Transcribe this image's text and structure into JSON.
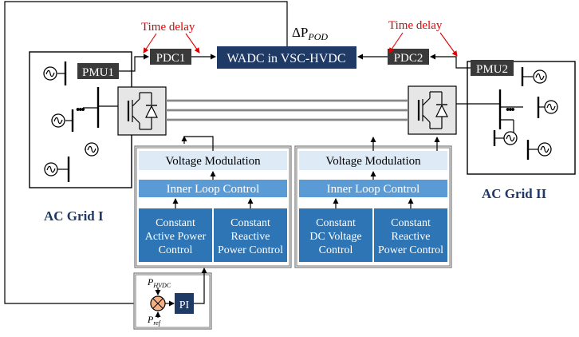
{
  "labels": {
    "pmu1": "PMU1",
    "pmu2": "PMU2",
    "pdc1": "PDC1",
    "pdc2": "PDC2",
    "wadc": "WADC in VSC-HVDC",
    "time_delay_left": "Time delay",
    "time_delay_right": "Time delay",
    "delta_p": "ΔP",
    "delta_p_sub": "POD",
    "ac_grid_1": "AC Grid I",
    "ac_grid_2": "AC Grid II",
    "left_station": {
      "voltage_modulation": "Voltage Modulation",
      "inner_loop": "Inner Loop Control",
      "block1": [
        "Constant",
        "Active Power",
        "Control"
      ],
      "block2": [
        "Constant",
        "Reactive",
        "Power Control"
      ]
    },
    "right_station": {
      "voltage_modulation": "Voltage Modulation",
      "inner_loop": "Inner Loop Control",
      "block1": [
        "Constant",
        "DC Voltage",
        "Control"
      ],
      "block2": [
        "Constant",
        "Reactive",
        "Power Control"
      ]
    },
    "pi": "PI",
    "p_hvdc": "P",
    "p_hvdc_sub": "HVDC",
    "p_ref": "P",
    "p_ref_sub": "ref",
    "ellipsis_left": "•••",
    "ellipsis_right": "•••"
  },
  "colors": {
    "dark_box": "#3a3a3a",
    "wadc_box": "#1f3a64",
    "control_blue": "#2e75b6",
    "inner_loop_blue": "#5b9bd5",
    "modulation_fill": "#deebf7",
    "grid_label": "#1f3864",
    "delay_red": "#e00000",
    "converter_fill": "#e6e6e6"
  },
  "icons": [
    "generator-icon",
    "igbt-converter-icon",
    "summing-junction-icon",
    "dc-transmission-lines"
  ]
}
